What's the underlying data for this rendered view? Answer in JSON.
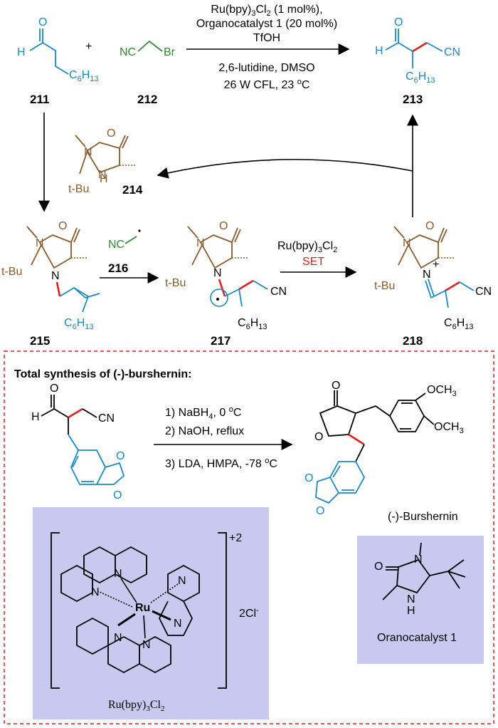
{
  "top_reaction": {
    "conditions_above": [
      "Ru(bpy)3Cl2 (1 mol%),",
      "Organocatalyst 1 (20 mol%)",
      "TfOH"
    ],
    "conditions_below": [
      "2,6-lutidine, DMSO",
      "26 W CFL, 23 oC"
    ],
    "plus": "+",
    "reagent_212_text": [
      "NC",
      "Br"
    ],
    "substituent": "C6H13"
  },
  "labels": {
    "c211": "211",
    "c212": "212",
    "c213": "213",
    "c214": "214",
    "c215": "215",
    "c216": "216",
    "c217": "217",
    "c218": "218"
  },
  "mechanism": {
    "tbu": "t-Bu",
    "ru_reagent": "Ru(bpy)3Cl2",
    "set": "SET",
    "nc": "NC",
    "cn": "CN",
    "plus_charge": "+"
  },
  "box": {
    "title": "Total synthesis of (-)-burshernin:",
    "steps": [
      "1) NaBH4, 0 oC",
      "2) NaOH, reflux",
      "3) LDA, HMPA, -78 oC"
    ],
    "product_name": "(-)-Burshernin",
    "och3": "OCH3",
    "ru_name": "Ru(bpy)3Cl2",
    "charge": "+2",
    "counterion": "2Cl-",
    "catalyst_name": "Oranocatalyst 1"
  },
  "colors": {
    "blue": "#1a8ac4",
    "green": "#2e8b2e",
    "brown": "#8b5a2b",
    "red": "#e02020",
    "panel": "#c9c9f0",
    "dashed_border": "#e02020"
  }
}
